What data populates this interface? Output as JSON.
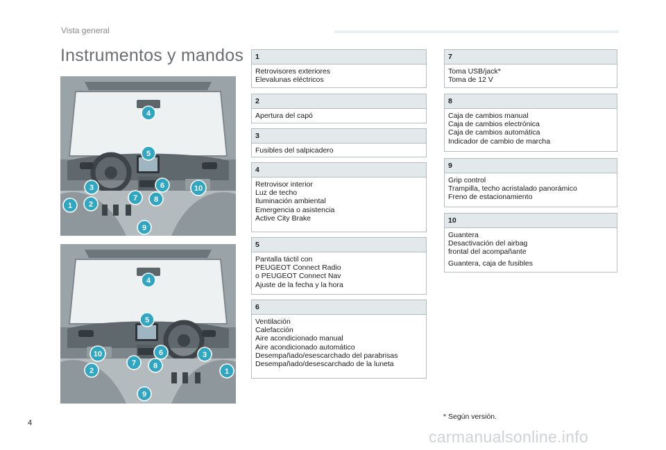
{
  "header": {
    "section_label": "Vista general"
  },
  "page_title": "Instrumentos y mandos",
  "diagram_top": {
    "callouts": [
      "4",
      "5",
      "3",
      "6",
      "10",
      "7",
      "8",
      "1",
      "2",
      "9"
    ]
  },
  "diagram_bottom": {
    "callouts": [
      "4",
      "5",
      "10",
      "6",
      "3",
      "7",
      "8",
      "2",
      "1",
      "9"
    ]
  },
  "boxes": [
    {
      "number": "1",
      "lines": [
        "Retrovisores exteriores",
        "Elevalunas eléctricos"
      ]
    },
    {
      "number": "2",
      "lines": [
        "Apertura del capó"
      ]
    },
    {
      "number": "3",
      "lines": [
        "Fusibles del salpicadero"
      ]
    },
    {
      "number": "4",
      "lines": [
        "Retrovisor interior",
        "Luz de techo",
        "Iluminación ambiental",
        "Emergencia o asistencia",
        "Active City Brake"
      ]
    },
    {
      "number": "5",
      "lines": [
        "Pantalla táctil con",
        "PEUGEOT Connect Radio",
        "o PEUGEOT Connect Nav",
        "Ajuste de la fecha y la hora"
      ]
    },
    {
      "number": "6",
      "lines": [
        "Ventilación",
        "Calefacción",
        "Aire acondicionado manual",
        "Aire acondicionado automático",
        "Desempañado/esescarchado del parabrisas",
        "Desempañado/desescarchado de la luneta"
      ]
    },
    {
      "number": "7",
      "lines": [
        "Toma USB/jack*",
        "Toma de 12 V"
      ]
    },
    {
      "number": "8",
      "lines": [
        "Caja de cambios manual",
        "Caja de cambios electrónica",
        "Caja de cambios automática",
        "Indicador de cambio de marcha"
      ]
    },
    {
      "number": "9",
      "lines": [
        "Grip control",
        "Trampilla, techo acristalado panorámico",
        "Freno de estacionamiento"
      ]
    },
    {
      "number": "10",
      "lines": [
        "Guantera",
        "Desactivación del airbag",
        "frontal del acompañante",
        "Guantera, caja de fusibles"
      ]
    }
  ],
  "footnote": "*  Según versión.",
  "page_number": "4",
  "watermark": "carmanualsonline.info"
}
